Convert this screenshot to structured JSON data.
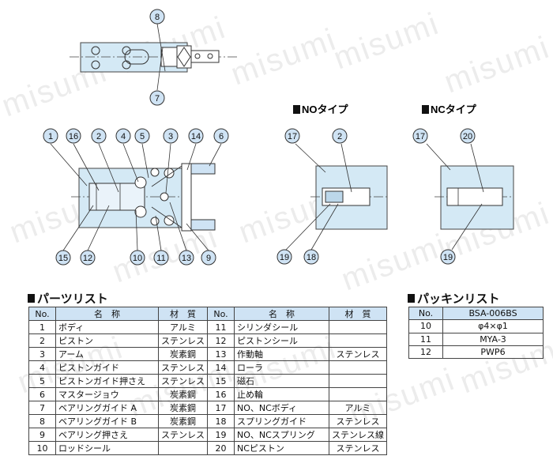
{
  "watermark": "misumi",
  "diagram": {
    "top_view_labels": [
      "8",
      "7"
    ],
    "no_type_title": "NOタイプ",
    "nc_type_title": "NCタイプ",
    "main_labels_top": [
      "1",
      "16",
      "2",
      "4",
      "5",
      "3",
      "14",
      "6"
    ],
    "main_labels_bottom": [
      "15",
      "12",
      "10",
      "11",
      "13",
      "9"
    ],
    "no_labels": [
      "17",
      "2",
      "19",
      "18"
    ],
    "nc_labels": [
      "17",
      "20",
      "19"
    ]
  },
  "parts_list": {
    "title": "パーツリスト",
    "headers": {
      "no": "No.",
      "name": "名　称",
      "material": "材　質"
    },
    "left": [
      {
        "no": "1",
        "name": "ボディ",
        "material": "アルミ"
      },
      {
        "no": "2",
        "name": "ピストン",
        "material": "ステンレス"
      },
      {
        "no": "3",
        "name": "アーム",
        "material": "炭素鋼"
      },
      {
        "no": "4",
        "name": "ピストンガイド",
        "material": "ステンレス"
      },
      {
        "no": "5",
        "name": "ピストンガイド押さえ",
        "material": "ステンレス"
      },
      {
        "no": "6",
        "name": "マスタージョウ",
        "material": "炭素鋼"
      },
      {
        "no": "7",
        "name": "ベアリングガイド A",
        "material": "炭素鋼"
      },
      {
        "no": "8",
        "name": "ベアリングガイド B",
        "material": "炭素鋼"
      },
      {
        "no": "9",
        "name": "ベアリング押さえ",
        "material": "ステンレス"
      },
      {
        "no": "10",
        "name": "ロッドシール",
        "material": ""
      }
    ],
    "right": [
      {
        "no": "11",
        "name": "シリンダシール",
        "material": ""
      },
      {
        "no": "12",
        "name": "ピストンシール",
        "material": ""
      },
      {
        "no": "13",
        "name": "作動軸",
        "material": "ステンレス"
      },
      {
        "no": "14",
        "name": "ローラ",
        "material": ""
      },
      {
        "no": "15",
        "name": "磁石",
        "material": ""
      },
      {
        "no": "16",
        "name": "止め輪",
        "material": ""
      },
      {
        "no": "17",
        "name": "NO、NCボディ",
        "material": "アルミ"
      },
      {
        "no": "18",
        "name": "スプリングガイド",
        "material": "ステンレス"
      },
      {
        "no": "19",
        "name": "NO、NCスプリング",
        "material": "ステンレス線"
      },
      {
        "no": "20",
        "name": "NCピストン",
        "material": "ステンレス"
      }
    ]
  },
  "packing_list": {
    "title": "パッキンリスト",
    "header_no": "No.",
    "header_value": "BSA-006BS",
    "rows": [
      {
        "no": "10",
        "value": "φ4×φ1"
      },
      {
        "no": "11",
        "value": "MYA-3"
      },
      {
        "no": "12",
        "value": "PWP6"
      }
    ]
  }
}
